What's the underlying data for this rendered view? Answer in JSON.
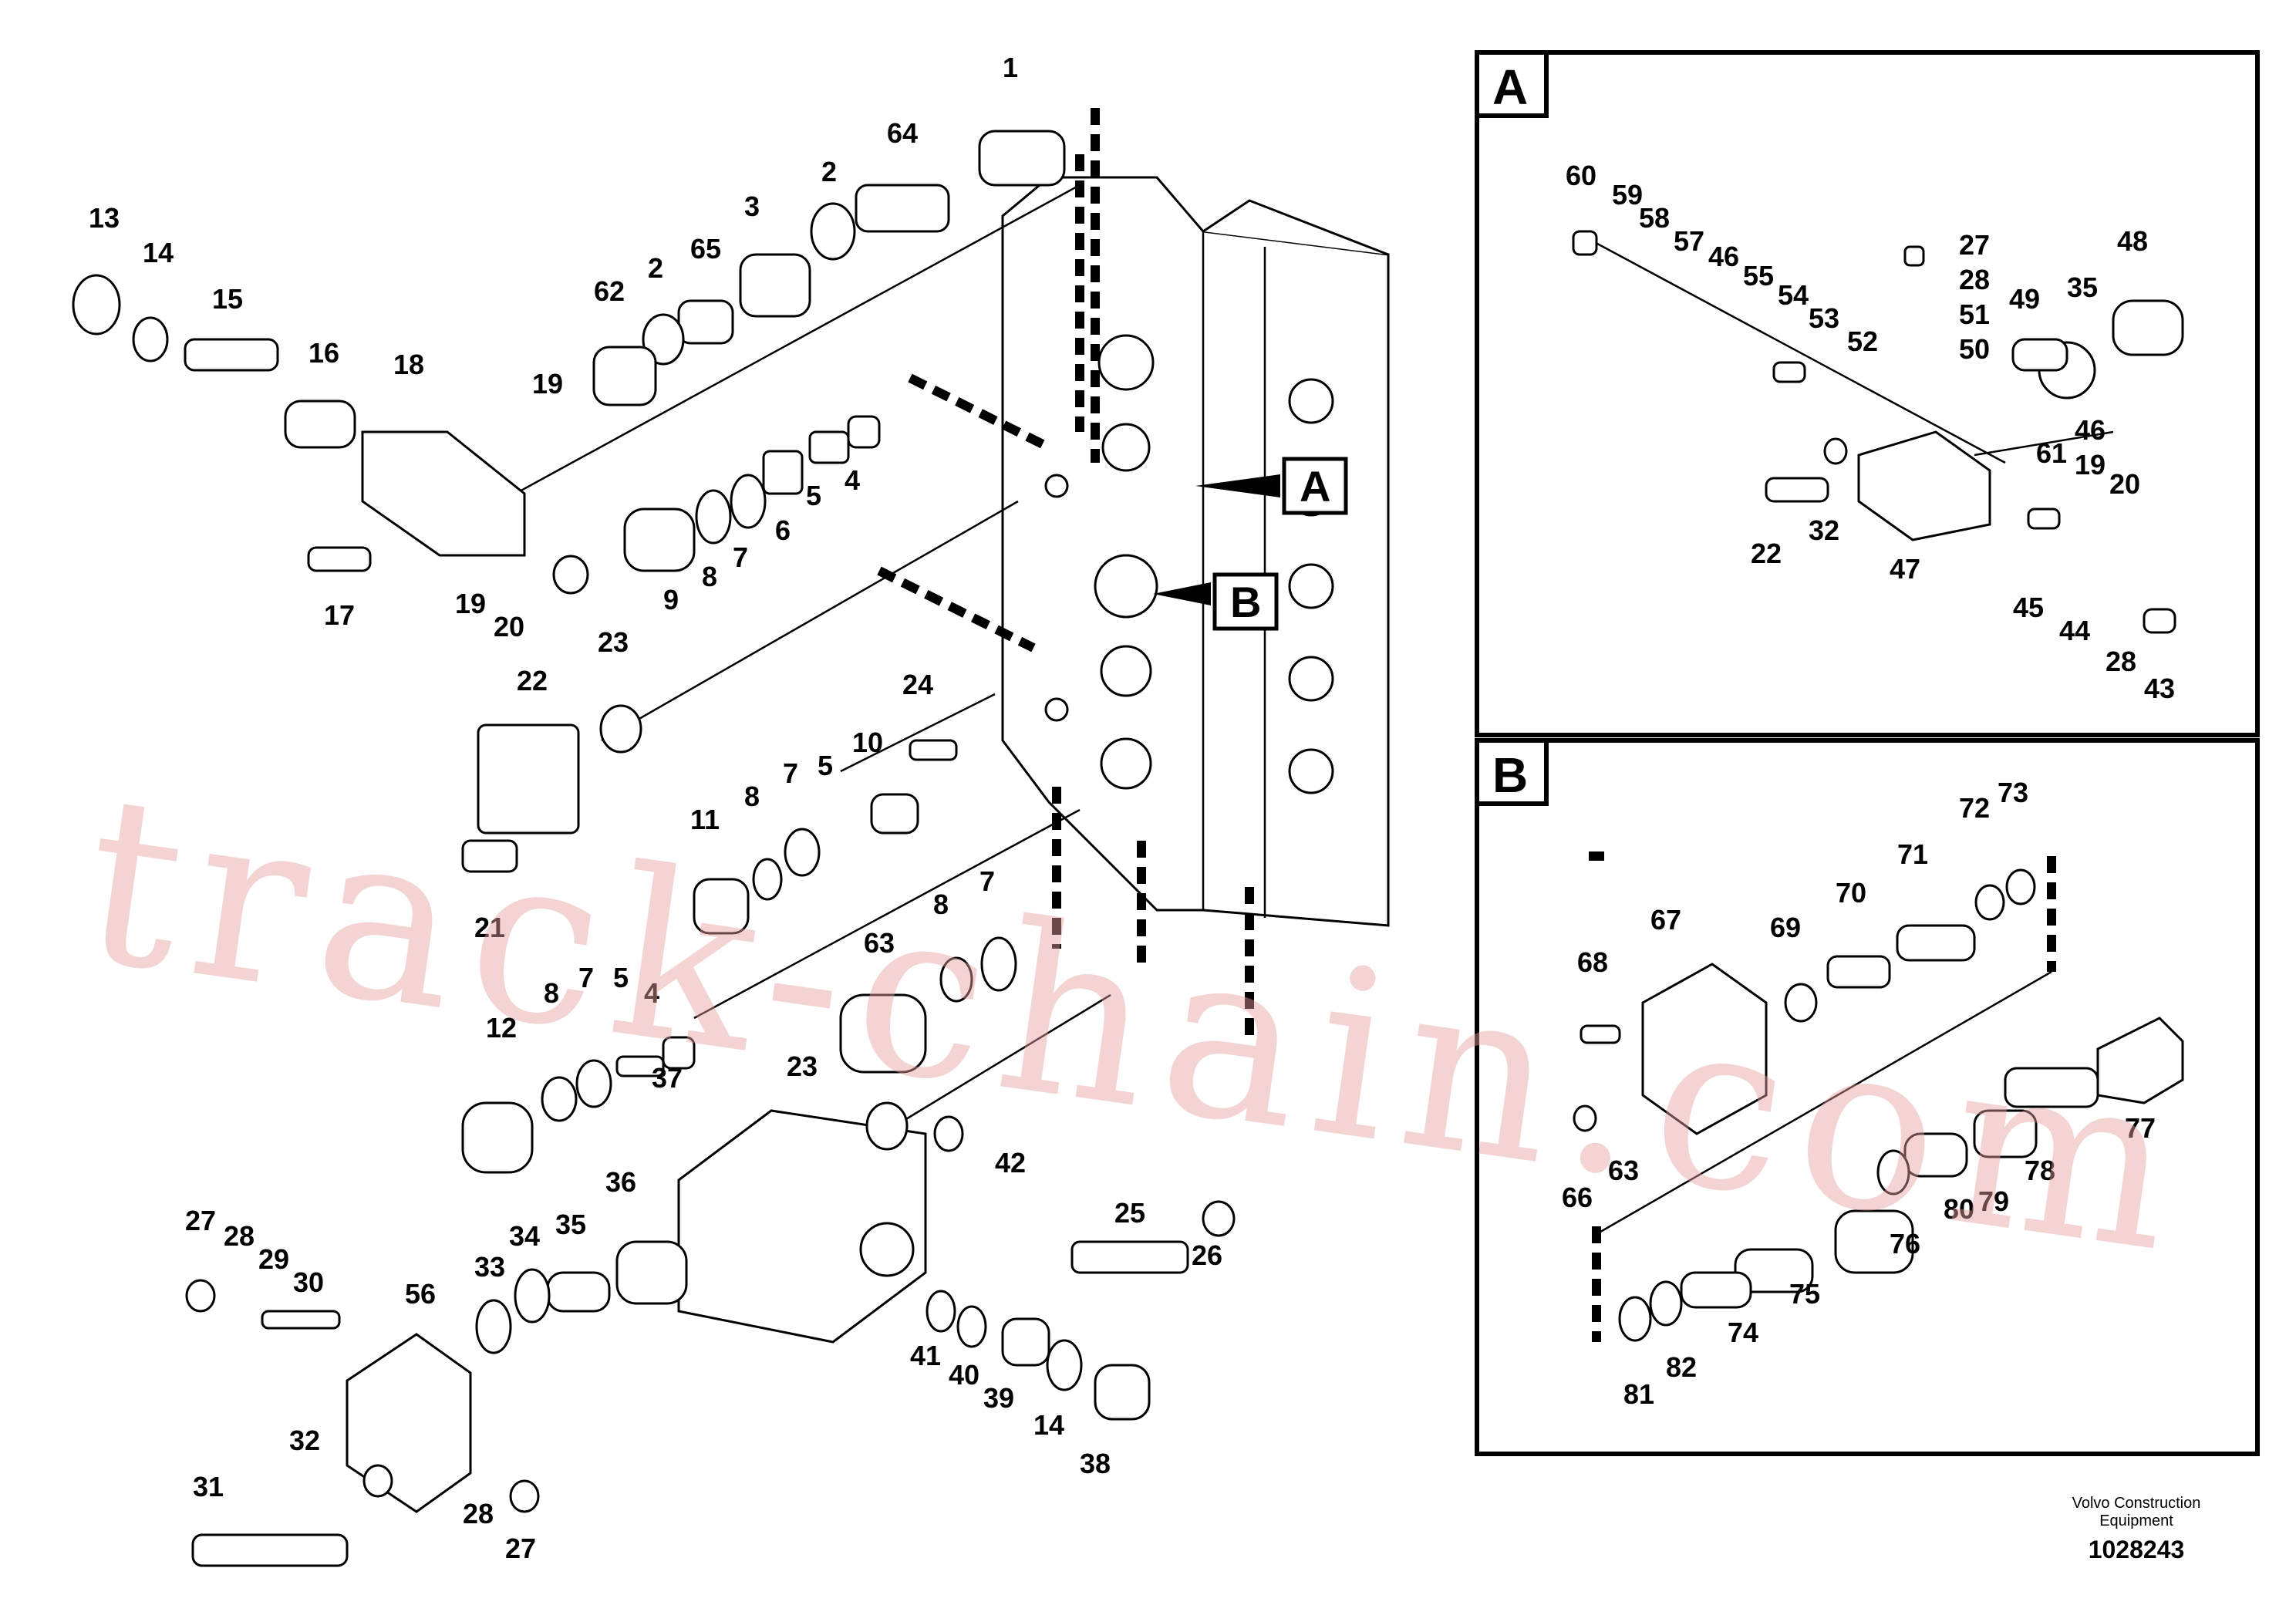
{
  "main_labels": [
    "1",
    "64",
    "2",
    "3",
    "65",
    "62",
    "2",
    "13",
    "14",
    "15",
    "16",
    "18",
    "19",
    "19",
    "20",
    "17",
    "4",
    "5",
    "6",
    "7",
    "8",
    "9",
    "23",
    "22",
    "21",
    "24",
    "10",
    "5",
    "7",
    "8",
    "11",
    "7",
    "8",
    "63",
    "4",
    "5",
    "7",
    "8",
    "12",
    "23",
    "42",
    "37",
    "36",
    "35",
    "34",
    "33",
    "56",
    "27",
    "28",
    "29",
    "30",
    "32",
    "31",
    "28",
    "27",
    "41",
    "40",
    "39",
    "14",
    "38",
    "25",
    "26"
  ],
  "callouts": {
    "a": "A",
    "b": "B"
  },
  "detail_a": {
    "letter": "A",
    "labels": [
      "60",
      "59",
      "58",
      "57",
      "46",
      "55",
      "54",
      "53",
      "52",
      "27",
      "28",
      "51",
      "50",
      "48",
      "49",
      "35",
      "46",
      "61",
      "19",
      "20",
      "22",
      "32",
      "47",
      "45",
      "44",
      "28",
      "43"
    ]
  },
  "detail_b": {
    "letter": "B",
    "labels": [
      "67",
      "68",
      "69",
      "70",
      "71",
      "72",
      "73",
      "63",
      "66",
      "77",
      "78",
      "79",
      "80",
      "76",
      "74",
      "75",
      "81",
      "82"
    ]
  },
  "watermark": "track-chain.com",
  "footer": {
    "company_line1": "Volvo Construction",
    "company_line2": "Equipment",
    "doc_number": "1028243"
  }
}
